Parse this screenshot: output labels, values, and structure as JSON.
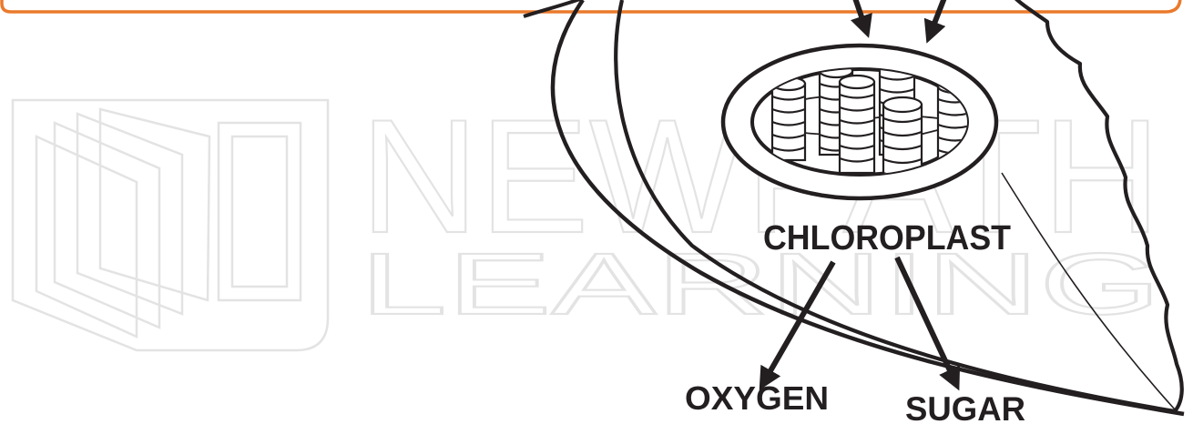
{
  "watermark": {
    "line1": "NEWPATH",
    "line2": "LEARNING",
    "outline_color": "#e3e3e3"
  },
  "diagram": {
    "labels": {
      "chloroplast": "CHLOROPLAST",
      "oxygen": "OXYGEN",
      "sugar": "SUGAR"
    },
    "frame_color": "#ea7a2c",
    "ink_color": "#231f20"
  }
}
